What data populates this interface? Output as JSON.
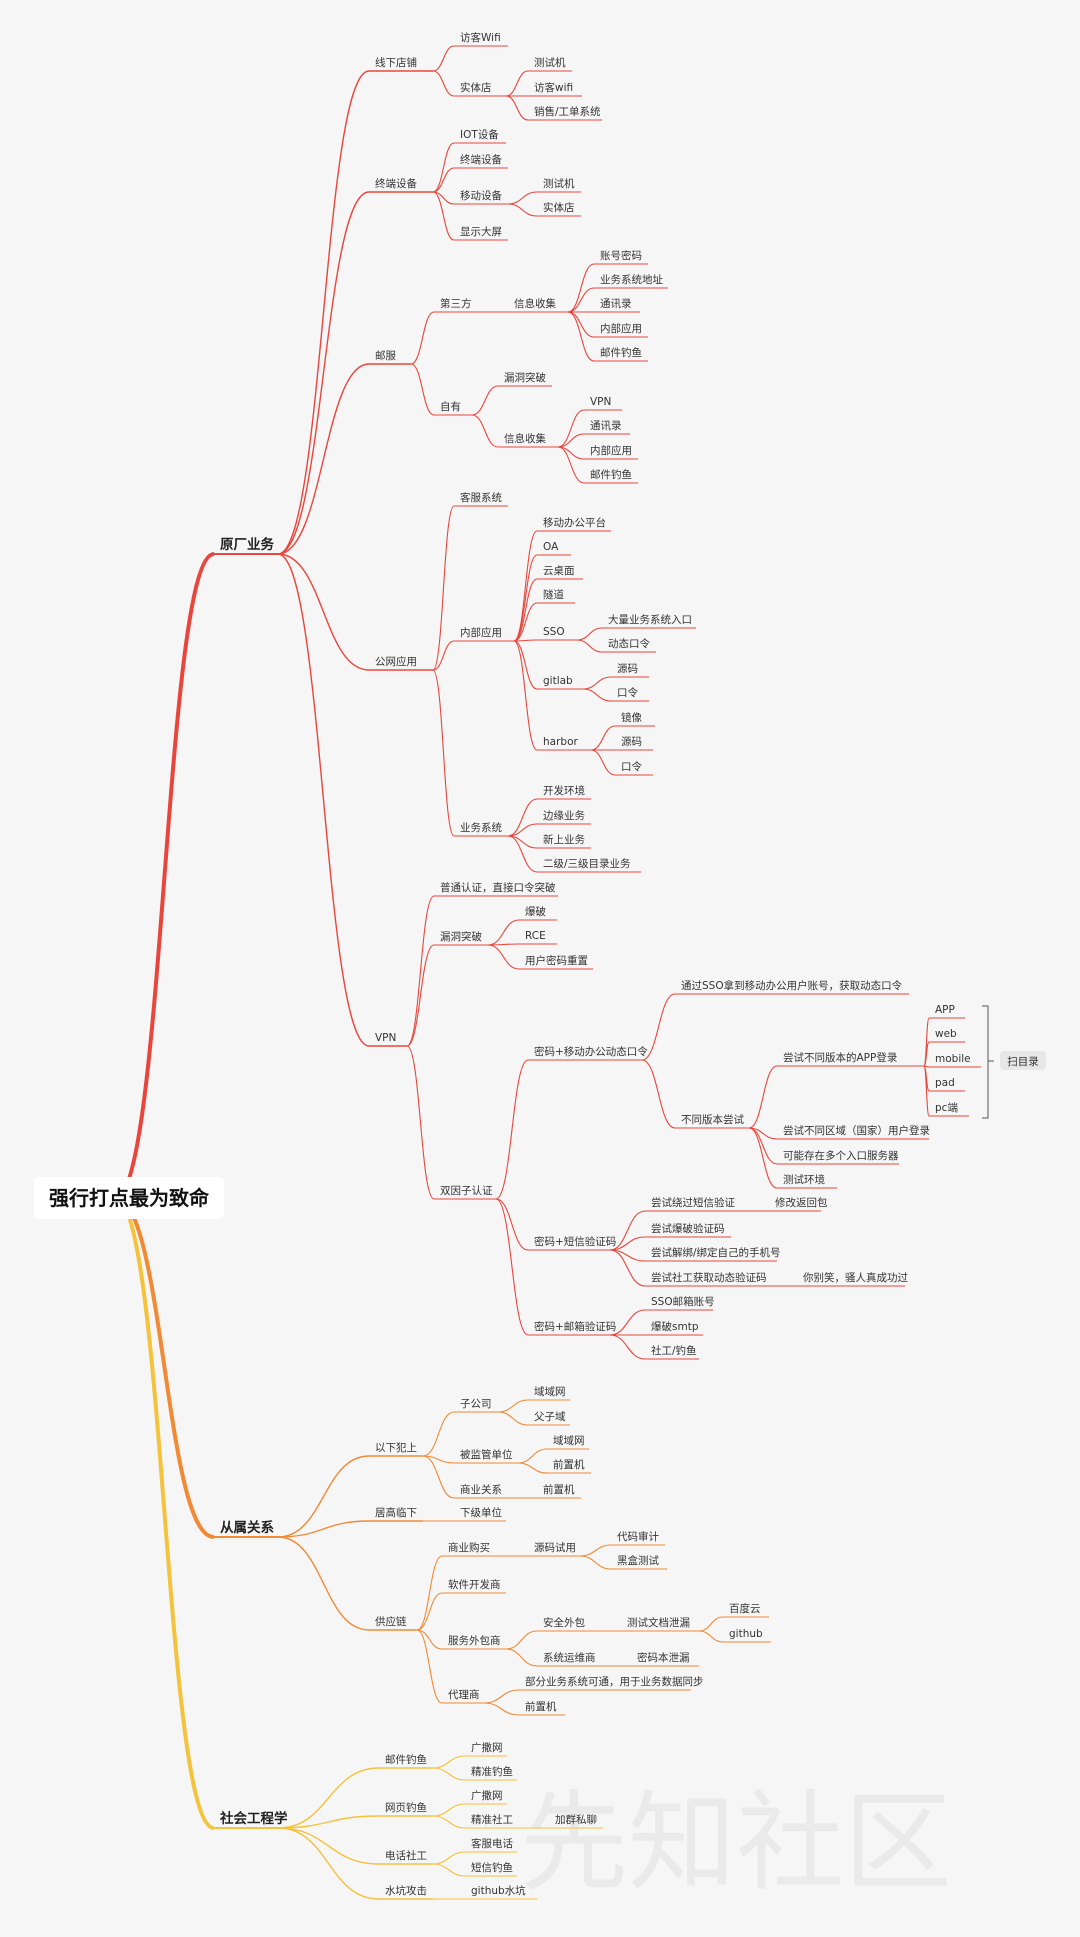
{
  "root": "强行打点最为致命",
  "watermark": "先知社区",
  "branches": [
    {
      "label": "原厂业务",
      "color": "#e8463c",
      "children": [
        {
          "label": "线下店铺",
          "children": [
            {
              "label": "访客Wifi"
            },
            {
              "label": "实体店",
              "children": [
                {
                  "label": "测试机"
                },
                {
                  "label": "访客wifi"
                },
                {
                  "label": "销售/工单系统"
                }
              ]
            }
          ]
        },
        {
          "label": "终端设备",
          "children": [
            {
              "label": "IOT设备"
            },
            {
              "label": "终端设备"
            },
            {
              "label": "移动设备",
              "children": [
                {
                  "label": "测试机"
                },
                {
                  "label": "实体店"
                }
              ]
            },
            {
              "label": "显示大屏"
            }
          ]
        },
        {
          "label": "邮服",
          "children": [
            {
              "label": "第三方",
              "children": [
                {
                  "label": "信息收集",
                  "children": [
                    {
                      "label": "账号密码"
                    },
                    {
                      "label": "业务系统地址"
                    },
                    {
                      "label": "通讯录"
                    },
                    {
                      "label": "内部应用"
                    },
                    {
                      "label": "邮件钓鱼"
                    }
                  ]
                }
              ]
            },
            {
              "label": "自有",
              "children": [
                {
                  "label": "漏洞突破"
                },
                {
                  "label": "信息收集",
                  "children": [
                    {
                      "label": "VPN"
                    },
                    {
                      "label": "通讯录"
                    },
                    {
                      "label": "内部应用"
                    },
                    {
                      "label": "邮件钓鱼"
                    }
                  ]
                }
              ]
            }
          ]
        },
        {
          "label": "公网应用",
          "children": [
            {
              "label": "客服系统"
            },
            {
              "label": "内部应用",
              "children": [
                {
                  "label": "移动办公平台"
                },
                {
                  "label": "OA"
                },
                {
                  "label": "云桌面"
                },
                {
                  "label": "隧道"
                },
                {
                  "label": "SSO",
                  "children": [
                    {
                      "label": "大量业务系统入口"
                    },
                    {
                      "label": "动态口令"
                    }
                  ]
                },
                {
                  "label": "gitlab",
                  "children": [
                    {
                      "label": "源码"
                    },
                    {
                      "label": "口令"
                    }
                  ]
                },
                {
                  "label": "harbor",
                  "children": [
                    {
                      "label": "镜像"
                    },
                    {
                      "label": "源码"
                    },
                    {
                      "label": "口令"
                    }
                  ]
                }
              ]
            },
            {
              "label": "业务系统",
              "children": [
                {
                  "label": "开发环境"
                },
                {
                  "label": "边缘业务"
                },
                {
                  "label": "新上业务"
                },
                {
                  "label": "二级/三级目录业务"
                }
              ]
            }
          ]
        },
        {
          "label": "VPN",
          "children": [
            {
              "label": "普通认证，直接口令突破"
            },
            {
              "label": "漏洞突破",
              "children": [
                {
                  "label": "爆破"
                },
                {
                  "label": "RCE"
                },
                {
                  "label": "用户密码重置"
                }
              ]
            },
            {
              "label": "双因子认证",
              "children": [
                {
                  "label": "密码+移动办公动态口令",
                  "children": [
                    {
                      "label": "通过SSO拿到移动办公用户账号，获取动态口令"
                    },
                    {
                      "label": "不同版本尝试",
                      "children": [
                        {
                          "label": "尝试不同版本的APP登录",
                          "children": [
                            {
                              "label": "APP"
                            },
                            {
                              "label": "web"
                            },
                            {
                              "label": "mobile"
                            },
                            {
                              "label": "pad"
                            },
                            {
                              "label": "pc端"
                            }
                          ]
                        },
                        {
                          "label": "尝试不同区域（国家）用户登录"
                        },
                        {
                          "label": "可能存在多个入口服务器"
                        },
                        {
                          "label": "测试环境"
                        }
                      ]
                    }
                  ]
                },
                {
                  "label": "密码+短信验证码",
                  "children": [
                    {
                      "label": "尝试绕过短信验证",
                      "children": [
                        {
                          "label": "修改返回包"
                        }
                      ]
                    },
                    {
                      "label": "尝试爆破验证码"
                    },
                    {
                      "label": "尝试解绑/绑定自己的手机号"
                    },
                    {
                      "label": "尝试社工获取动态验证码",
                      "children": [
                        {
                          "label": "你别笑，骚人真成功过"
                        }
                      ]
                    }
                  ]
                },
                {
                  "label": "密码+邮箱验证码",
                  "children": [
                    {
                      "label": "SSO邮箱账号"
                    },
                    {
                      "label": "爆破smtp"
                    },
                    {
                      "label": "社工/钓鱼"
                    }
                  ]
                }
              ]
            }
          ]
        }
      ]
    },
    {
      "label": "从属关系",
      "color": "#f08a35",
      "children": [
        {
          "label": "以下犯上",
          "children": [
            {
              "label": "子公司",
              "children": [
                {
                  "label": "域域网"
                },
                {
                  "label": "父子域"
                }
              ]
            },
            {
              "label": "被监管单位",
              "children": [
                {
                  "label": "域域网"
                },
                {
                  "label": "前置机"
                }
              ]
            },
            {
              "label": "商业关系",
              "children": [
                {
                  "label": "前置机"
                }
              ]
            }
          ]
        },
        {
          "label": "居高临下",
          "children": [
            {
              "label": "下级单位"
            }
          ]
        },
        {
          "label": "供应链",
          "children": [
            {
              "label": "商业购买",
              "children": [
                {
                  "label": "源码试用",
                  "children": [
                    {
                      "label": "代码审计"
                    },
                    {
                      "label": "黑盒测试"
                    }
                  ]
                }
              ]
            },
            {
              "label": "软件开发商"
            },
            {
              "label": "服务外包商",
              "children": [
                {
                  "label": "安全外包",
                  "children": [
                    {
                      "label": "测试文档泄漏",
                      "children": [
                        {
                          "label": "百度云"
                        },
                        {
                          "label": "github"
                        }
                      ]
                    }
                  ]
                },
                {
                  "label": "系统运维商",
                  "children": [
                    {
                      "label": "密码本泄漏"
                    }
                  ]
                }
              ]
            },
            {
              "label": "代理商",
              "children": [
                {
                  "label": "部分业务系统可通，用于业务数据同步"
                },
                {
                  "label": "前置机"
                }
              ]
            }
          ]
        }
      ]
    },
    {
      "label": "社会工程学",
      "color": "#f5c23c",
      "children": [
        {
          "label": "邮件钓鱼",
          "children": [
            {
              "label": "广撒网"
            },
            {
              "label": "精准钓鱼"
            }
          ]
        },
        {
          "label": "网页钓鱼",
          "children": [
            {
              "label": "广撒网"
            },
            {
              "label": "精准社工",
              "children": [
                {
                  "label": "加群私聊"
                }
              ]
            }
          ]
        },
        {
          "label": "电话社工",
          "children": [
            {
              "label": "客服电话"
            },
            {
              "label": "短信钓鱼"
            }
          ]
        },
        {
          "label": "水坑攻击",
          "children": [
            {
              "label": "github水坑"
            }
          ]
        }
      ]
    }
  ],
  "summary": {
    "label": "扫目录"
  }
}
